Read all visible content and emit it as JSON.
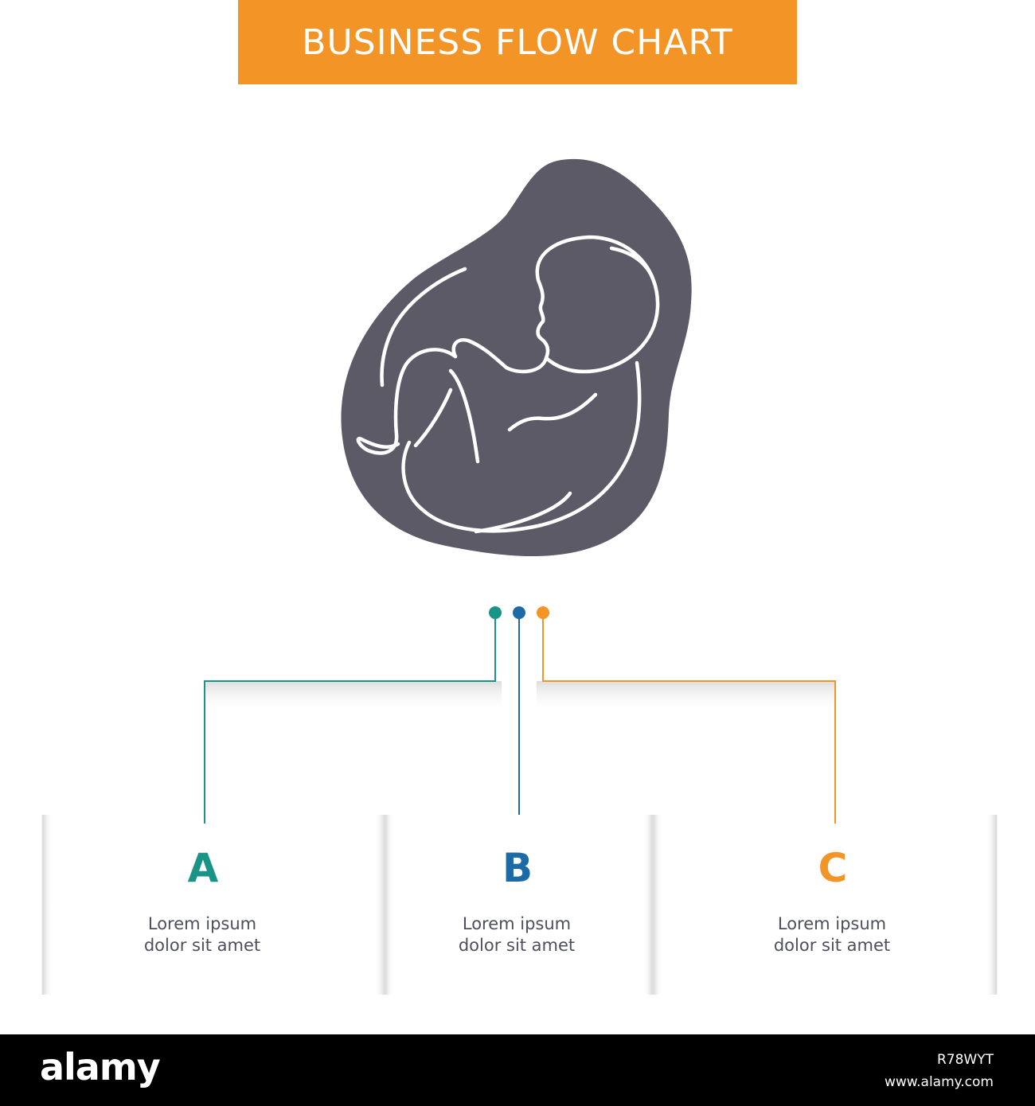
{
  "header": {
    "title": "BUSINESS FLOW CHART"
  },
  "colors": {
    "banner": "#f39427",
    "icon": "#5b5a66",
    "teal": "#1b9488",
    "blue": "#1d6aa6",
    "orange": "#f39427"
  },
  "icon": {
    "name": "fetus-baby-icon"
  },
  "steps": [
    {
      "letter": "A",
      "line1": "Lorem ipsum",
      "line2": "dolor sit amet",
      "color": "#1b9488"
    },
    {
      "letter": "B",
      "line1": "Lorem ipsum",
      "line2": "dolor sit amet",
      "color": "#1d6aa6"
    },
    {
      "letter": "C",
      "line1": "Lorem ipsum",
      "line2": "dolor sit amet",
      "color": "#f39427"
    }
  ],
  "footer": {
    "logo": "alamy",
    "image_id": "R78WYT",
    "url": "www.alamy.com"
  }
}
